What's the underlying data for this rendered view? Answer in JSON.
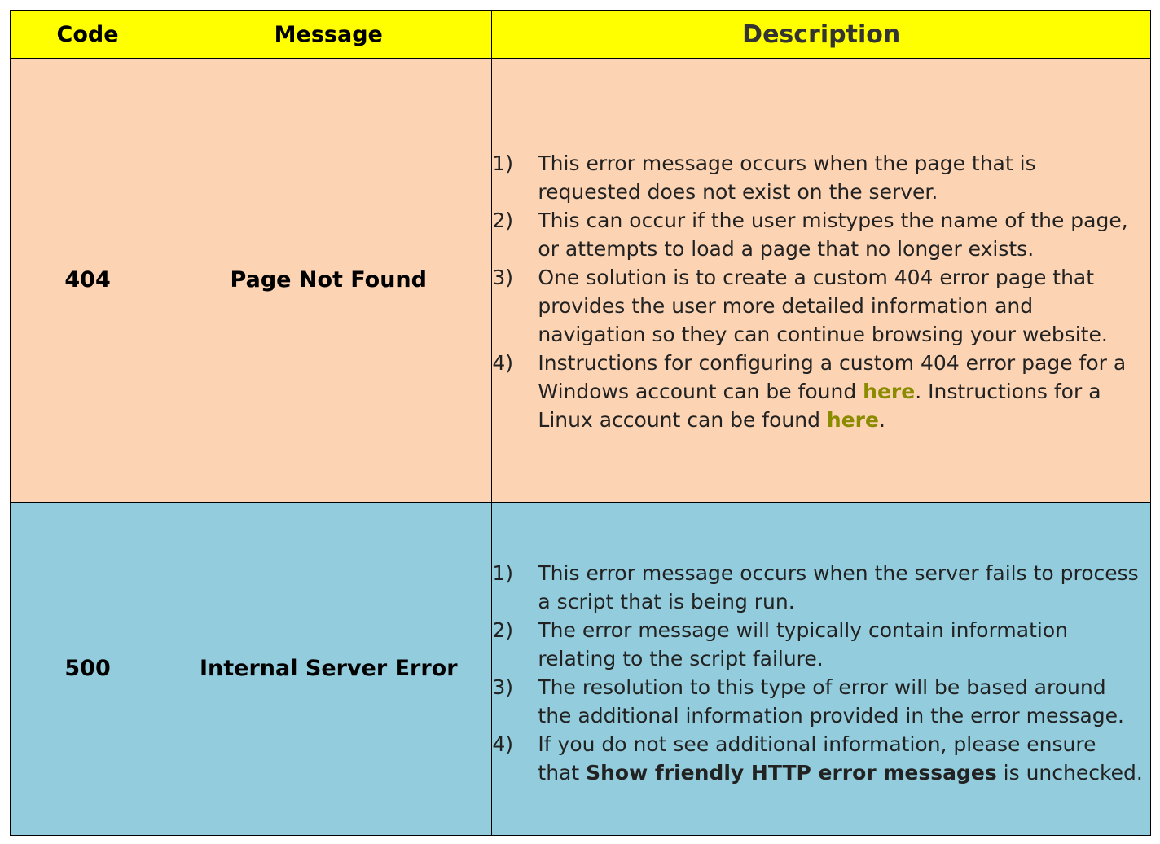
{
  "header": {
    "code": "Code",
    "message": "Message",
    "description": "Description"
  },
  "rows": [
    {
      "code": "404",
      "message": "Page Not Found",
      "items": [
        {
          "num": "1)",
          "text": "This error message occurs when the page that is requested does not exist on the server."
        },
        {
          "num": "2)",
          "text": "This can occur if the user mistypes the name of the page, or attempts to load a page that no longer exists."
        },
        {
          "num": "3)",
          "text": "One solution is to create a custom 404 error page that provides the user more detailed information and navigation so they can continue browsing your website."
        },
        {
          "num": "4)",
          "text_a": "Instructions for configuring a custom 404 error page for a Windows account can be found ",
          "link_a": "here",
          "text_b": ". Instructions for a Linux account can be found ",
          "link_b": "here",
          "text_c": "."
        }
      ]
    },
    {
      "code": "500",
      "message": "Internal Server Error",
      "items": [
        {
          "num": "1)",
          "text": "This error message occurs when the server fails to process a script that is being run."
        },
        {
          "num": "2)",
          "text": "The error message will typically contain information relating to the script failure."
        },
        {
          "num": "3)",
          "text": "The resolution to this type of error will be based around the additional information provided in the error message."
        },
        {
          "num": "4)",
          "text_a": "If you do not see additional information, please ensure that ",
          "bold": "Show friendly HTTP error messages",
          "text_b": " is unchecked."
        }
      ]
    }
  ],
  "colors": {
    "header_bg": "#ffff00",
    "row_404_bg": "#fcd4b4",
    "row_500_bg": "#93cddd",
    "link": "#8b8b00"
  }
}
